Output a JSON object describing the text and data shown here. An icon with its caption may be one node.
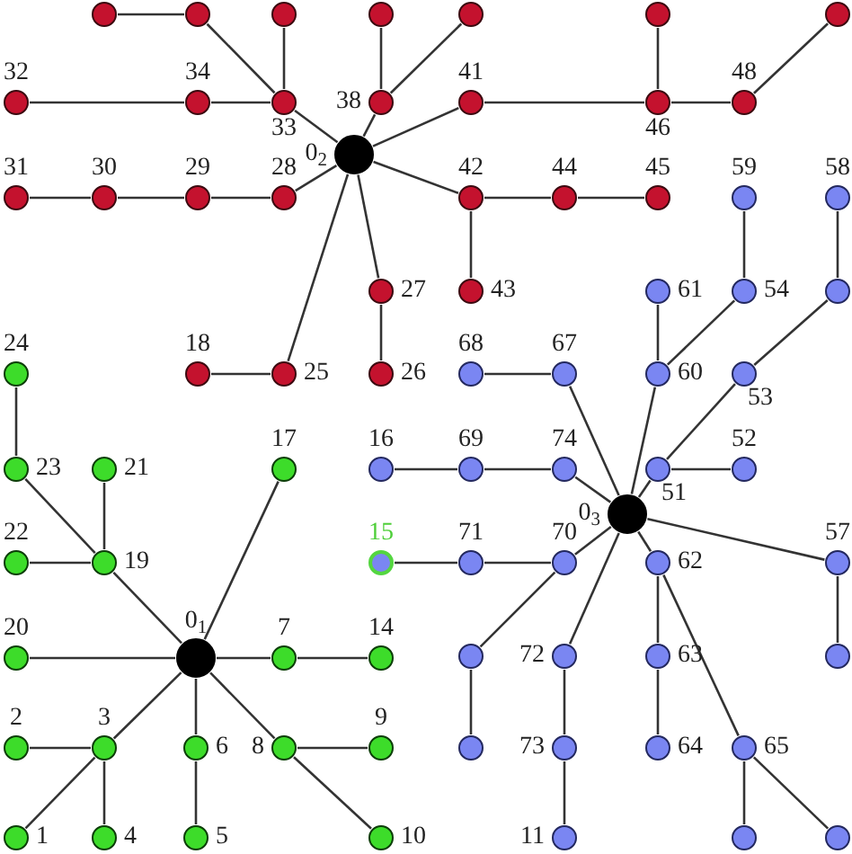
{
  "diagram": {
    "nodes": [
      {
        "text": [],
        "shape": "circle"
      },
      {
        "text": [],
        "shape": "circle"
      },
      {
        "text": [],
        "shape": "circle"
      },
      {
        "text": [],
        "shape": "circle"
      },
      {
        "text": [],
        "shape": "circle"
      },
      {
        "text": [],
        "shape": "circle"
      },
      {
        "text": [],
        "shape": "circle"
      },
      {
        "text": [],
        "shape": "circle",
        "beside": [
          "32"
        ]
      },
      {
        "text": [],
        "shape": "circle",
        "beside": [
          "34"
        ]
      },
      {
        "text": [],
        "shape": "circle",
        "beside": [
          "33"
        ]
      },
      {
        "text": [],
        "shape": "circle",
        "beside": [
          "38"
        ]
      },
      {
        "text": [],
        "shape": "circle",
        "beside": [
          "41"
        ]
      },
      {
        "text": [],
        "shape": "circle",
        "beside": [
          "46"
        ]
      },
      {
        "text": [],
        "shape": "circle",
        "beside": [
          "48"
        ]
      },
      {
        "text": [],
        "shape": "circle",
        "beside": [
          "0$_{2}$"
        ]
      },
      {
        "text": [],
        "shape": "circle",
        "beside": [
          "31"
        ]
      },
      {
        "text": [],
        "shape": "circle",
        "beside": [
          "30"
        ]
      },
      {
        "text": [],
        "shape": "circle",
        "beside": [
          "29"
        ]
      },
      {
        "text": [],
        "shape": "circle",
        "beside": [
          "28"
        ]
      },
      {
        "text": [],
        "shape": "circle",
        "beside": [
          "42"
        ]
      },
      {
        "text": [],
        "shape": "circle",
        "beside": [
          "44"
        ]
      },
      {
        "text": [],
        "shape": "circle",
        "beside": [
          "45"
        ]
      },
      {
        "text": [],
        "shape": "circle",
        "beside": [
          "59"
        ]
      },
      {
        "text": [],
        "shape": "circle",
        "beside": [
          "58"
        ]
      },
      {
        "text": [],
        "shape": "circle",
        "beside": [
          "27"
        ]
      },
      {
        "text": [],
        "shape": "circle",
        "beside": [
          "43"
        ]
      },
      {
        "text": [],
        "shape": "circle",
        "beside": [
          "61"
        ]
      },
      {
        "text": [],
        "shape": "circle",
        "beside": [
          "54"
        ]
      },
      {
        "text": [],
        "shape": "circle"
      },
      {
        "text": [],
        "shape": "circle",
        "beside": [
          "24"
        ]
      },
      {
        "text": [],
        "shape": "circle",
        "beside": [
          "18"
        ]
      },
      {
        "text": [],
        "shape": "circle",
        "beside": [
          "25"
        ]
      },
      {
        "text": [],
        "shape": "circle",
        "beside": [
          "26"
        ]
      },
      {
        "text": [],
        "shape": "circle",
        "beside": [
          "68"
        ]
      },
      {
        "text": [],
        "shape": "circle",
        "beside": [
          "67"
        ]
      },
      {
        "text": [],
        "shape": "circle",
        "beside": [
          "60"
        ]
      },
      {
        "text": [],
        "shape": "circle",
        "beside": [
          "53"
        ]
      },
      {
        "text": [],
        "shape": "circle",
        "beside": [
          "23"
        ]
      },
      {
        "text": [],
        "shape": "circle",
        "beside": [
          "21"
        ]
      },
      {
        "text": [],
        "shape": "circle",
        "beside": [
          "17"
        ]
      },
      {
        "text": [],
        "shape": "circle",
        "beside": [
          "16"
        ]
      },
      {
        "text": [],
        "shape": "circle",
        "beside": [
          "69"
        ]
      },
      {
        "text": [],
        "shape": "circle",
        "beside": [
          "74"
        ]
      },
      {
        "text": [],
        "shape": "circle",
        "beside": [
          "51"
        ]
      },
      {
        "text": [],
        "shape": "circle",
        "beside": [
          "52"
        ]
      },
      {
        "text": [],
        "shape": "circle",
        "beside": [
          "0$_{3}$"
        ]
      },
      {
        "text": [],
        "shape": "circle",
        "beside": [
          "22"
        ]
      },
      {
        "text": [],
        "shape": "circle",
        "beside": [
          "19"
        ]
      },
      {
        "text": [],
        "shape": "circle",
        "beside": [
          "15"
        ]
      },
      {
        "text": [],
        "shape": "circle",
        "beside": [
          "71"
        ]
      },
      {
        "text": [],
        "shape": "circle",
        "beside": [
          "70"
        ]
      },
      {
        "text": [],
        "shape": "circle",
        "beside": [
          "62"
        ]
      },
      {
        "text": [],
        "shape": "circle",
        "beside": [
          "57"
        ]
      },
      {
        "text": [],
        "shape": "circle",
        "beside": [
          "20"
        ]
      },
      {
        "text": [],
        "shape": "circle",
        "beside": [
          "0$_{1}$"
        ]
      },
      {
        "text": [],
        "shape": "circle",
        "beside": [
          "7"
        ]
      },
      {
        "text": [],
        "shape": "circle",
        "beside": [
          "14"
        ]
      },
      {
        "text": [],
        "shape": "circle"
      },
      {
        "text": [],
        "shape": "circle",
        "beside": [
          "72"
        ]
      },
      {
        "text": [],
        "shape": "circle",
        "beside": [
          "63"
        ]
      },
      {
        "text": [],
        "shape": "circle"
      },
      {
        "text": [],
        "shape": "circle",
        "beside": [
          "2"
        ]
      },
      {
        "text": [],
        "shape": "circle",
        "beside": [
          "3"
        ]
      },
      {
        "text": [],
        "shape": "circle",
        "beside": [
          "6"
        ]
      },
      {
        "text": [],
        "shape": "circle",
        "beside": [
          "8"
        ]
      },
      {
        "text": [],
        "shape": "circle",
        "beside": [
          "9"
        ]
      },
      {
        "text": [],
        "shape": "circle"
      },
      {
        "text": [],
        "shape": "circle",
        "beside": [
          "73"
        ]
      },
      {
        "text": [],
        "shape": "circle",
        "beside": [
          "64"
        ]
      },
      {
        "text": [],
        "shape": "circle",
        "beside": [
          "65"
        ]
      },
      {
        "text": [],
        "shape": "circle",
        "beside": [
          "1"
        ]
      },
      {
        "text": [],
        "shape": "circle",
        "beside": [
          "4"
        ]
      },
      {
        "text": [],
        "shape": "circle",
        "beside": [
          "5"
        ]
      },
      {
        "text": [],
        "shape": "circle",
        "beside": [
          "10"
        ]
      },
      {
        "text": [],
        "shape": "circle",
        "beside": [
          "11"
        ]
      },
      {
        "text": [],
        "shape": "circle"
      },
      {
        "text": [],
        "shape": "circle"
      }
    ],
    "edges": [
      {
        "from": 0,
        "to": 1,
        "arrow": "none"
      },
      {
        "from": 1,
        "to": 9,
        "arrow": "none"
      },
      {
        "from": 2,
        "to": 9,
        "arrow": "none"
      },
      {
        "from": 3,
        "to": 10,
        "arrow": "none"
      },
      {
        "from": 4,
        "to": 10,
        "arrow": "none"
      },
      {
        "from": 5,
        "to": 12,
        "arrow": "none"
      },
      {
        "from": 6,
        "to": 13,
        "arrow": "none"
      },
      {
        "from": 7,
        "to": 8,
        "arrow": "none"
      },
      {
        "from": 8,
        "to": 9,
        "arrow": "none"
      },
      {
        "from": 9,
        "to": 14,
        "arrow": "none"
      },
      {
        "from": 14,
        "to": 10,
        "arrow": "none"
      },
      {
        "from": 14,
        "to": 11,
        "arrow": "none"
      },
      {
        "from": 11,
        "to": 12,
        "arrow": "none"
      },
      {
        "from": 12,
        "to": 13,
        "arrow": "none"
      },
      {
        "from": 15,
        "to": 16,
        "arrow": "none"
      },
      {
        "from": 16,
        "to": 17,
        "arrow": "none"
      },
      {
        "from": 17,
        "to": 18,
        "arrow": "none"
      },
      {
        "from": 18,
        "to": 14,
        "arrow": "none"
      },
      {
        "from": 14,
        "to": 19,
        "arrow": "none"
      },
      {
        "from": 19,
        "to": 20,
        "arrow": "none"
      },
      {
        "from": 20,
        "to": 21,
        "arrow": "none"
      },
      {
        "from": 19,
        "to": 25,
        "arrow": "none"
      },
      {
        "from": 14,
        "to": 24,
        "arrow": "none"
      },
      {
        "from": 24,
        "to": 32,
        "arrow": "none"
      },
      {
        "from": 14,
        "to": 31,
        "arrow": "none"
      },
      {
        "from": 31,
        "to": 30,
        "arrow": "none"
      },
      {
        "from": 22,
        "to": 27,
        "arrow": "none"
      },
      {
        "from": 23,
        "to": 28,
        "arrow": "none"
      },
      {
        "from": 28,
        "to": 36,
        "arrow": "none"
      },
      {
        "from": 36,
        "to": 43,
        "arrow": "none"
      },
      {
        "from": 43,
        "to": 45,
        "arrow": "none"
      },
      {
        "from": 43,
        "to": 44,
        "arrow": "none"
      },
      {
        "from": 27,
        "to": 35,
        "arrow": "none"
      },
      {
        "from": 26,
        "to": 35,
        "arrow": "none"
      },
      {
        "from": 35,
        "to": 45,
        "arrow": "none"
      },
      {
        "from": 34,
        "to": 45,
        "arrow": "none"
      },
      {
        "from": 34,
        "to": 33,
        "arrow": "none"
      },
      {
        "from": 40,
        "to": 41,
        "arrow": "none"
      },
      {
        "from": 41,
        "to": 42,
        "arrow": "none"
      },
      {
        "from": 42,
        "to": 45,
        "arrow": "none"
      },
      {
        "from": 48,
        "to": 49,
        "arrow": "none"
      },
      {
        "from": 49,
        "to": 50,
        "arrow": "none"
      },
      {
        "from": 50,
        "to": 45,
        "arrow": "none"
      },
      {
        "from": 45,
        "to": 51,
        "arrow": "none"
      },
      {
        "from": 45,
        "to": 52,
        "arrow": "none"
      },
      {
        "from": 52,
        "to": 60,
        "arrow": "none"
      },
      {
        "from": 50,
        "to": 57,
        "arrow": "none"
      },
      {
        "from": 57,
        "to": 66,
        "arrow": "none"
      },
      {
        "from": 45,
        "to": 58,
        "arrow": "none"
      },
      {
        "from": 58,
        "to": 67,
        "arrow": "none"
      },
      {
        "from": 67,
        "to": 74,
        "arrow": "none"
      },
      {
        "from": 51,
        "to": 59,
        "arrow": "none"
      },
      {
        "from": 59,
        "to": 68,
        "arrow": "none"
      },
      {
        "from": 51,
        "to": 69,
        "arrow": "none"
      },
      {
        "from": 69,
        "to": 75,
        "arrow": "none"
      },
      {
        "from": 69,
        "to": 76,
        "arrow": "none"
      },
      {
        "from": 29,
        "to": 37,
        "arrow": "none"
      },
      {
        "from": 37,
        "to": 47,
        "arrow": "none"
      },
      {
        "from": 47,
        "to": 54,
        "arrow": "none"
      },
      {
        "from": 38,
        "to": 47,
        "arrow": "none"
      },
      {
        "from": 46,
        "to": 47,
        "arrow": "none"
      },
      {
        "from": 53,
        "to": 54,
        "arrow": "none"
      },
      {
        "from": 54,
        "to": 39,
        "arrow": "none"
      },
      {
        "from": 54,
        "to": 55,
        "arrow": "none"
      },
      {
        "from": 55,
        "to": 56,
        "arrow": "none"
      },
      {
        "from": 54,
        "to": 62,
        "arrow": "none"
      },
      {
        "from": 62,
        "to": 61,
        "arrow": "none"
      },
      {
        "from": 62,
        "to": 70,
        "arrow": "none"
      },
      {
        "from": 62,
        "to": 71,
        "arrow": "none"
      },
      {
        "from": 54,
        "to": 63,
        "arrow": "none"
      },
      {
        "from": 63,
        "to": 72,
        "arrow": "none"
      },
      {
        "from": 54,
        "to": 64,
        "arrow": "none"
      },
      {
        "from": 64,
        "to": 65,
        "arrow": "none"
      },
      {
        "from": 64,
        "to": 73,
        "arrow": "none"
      }
    ]
  }
}
